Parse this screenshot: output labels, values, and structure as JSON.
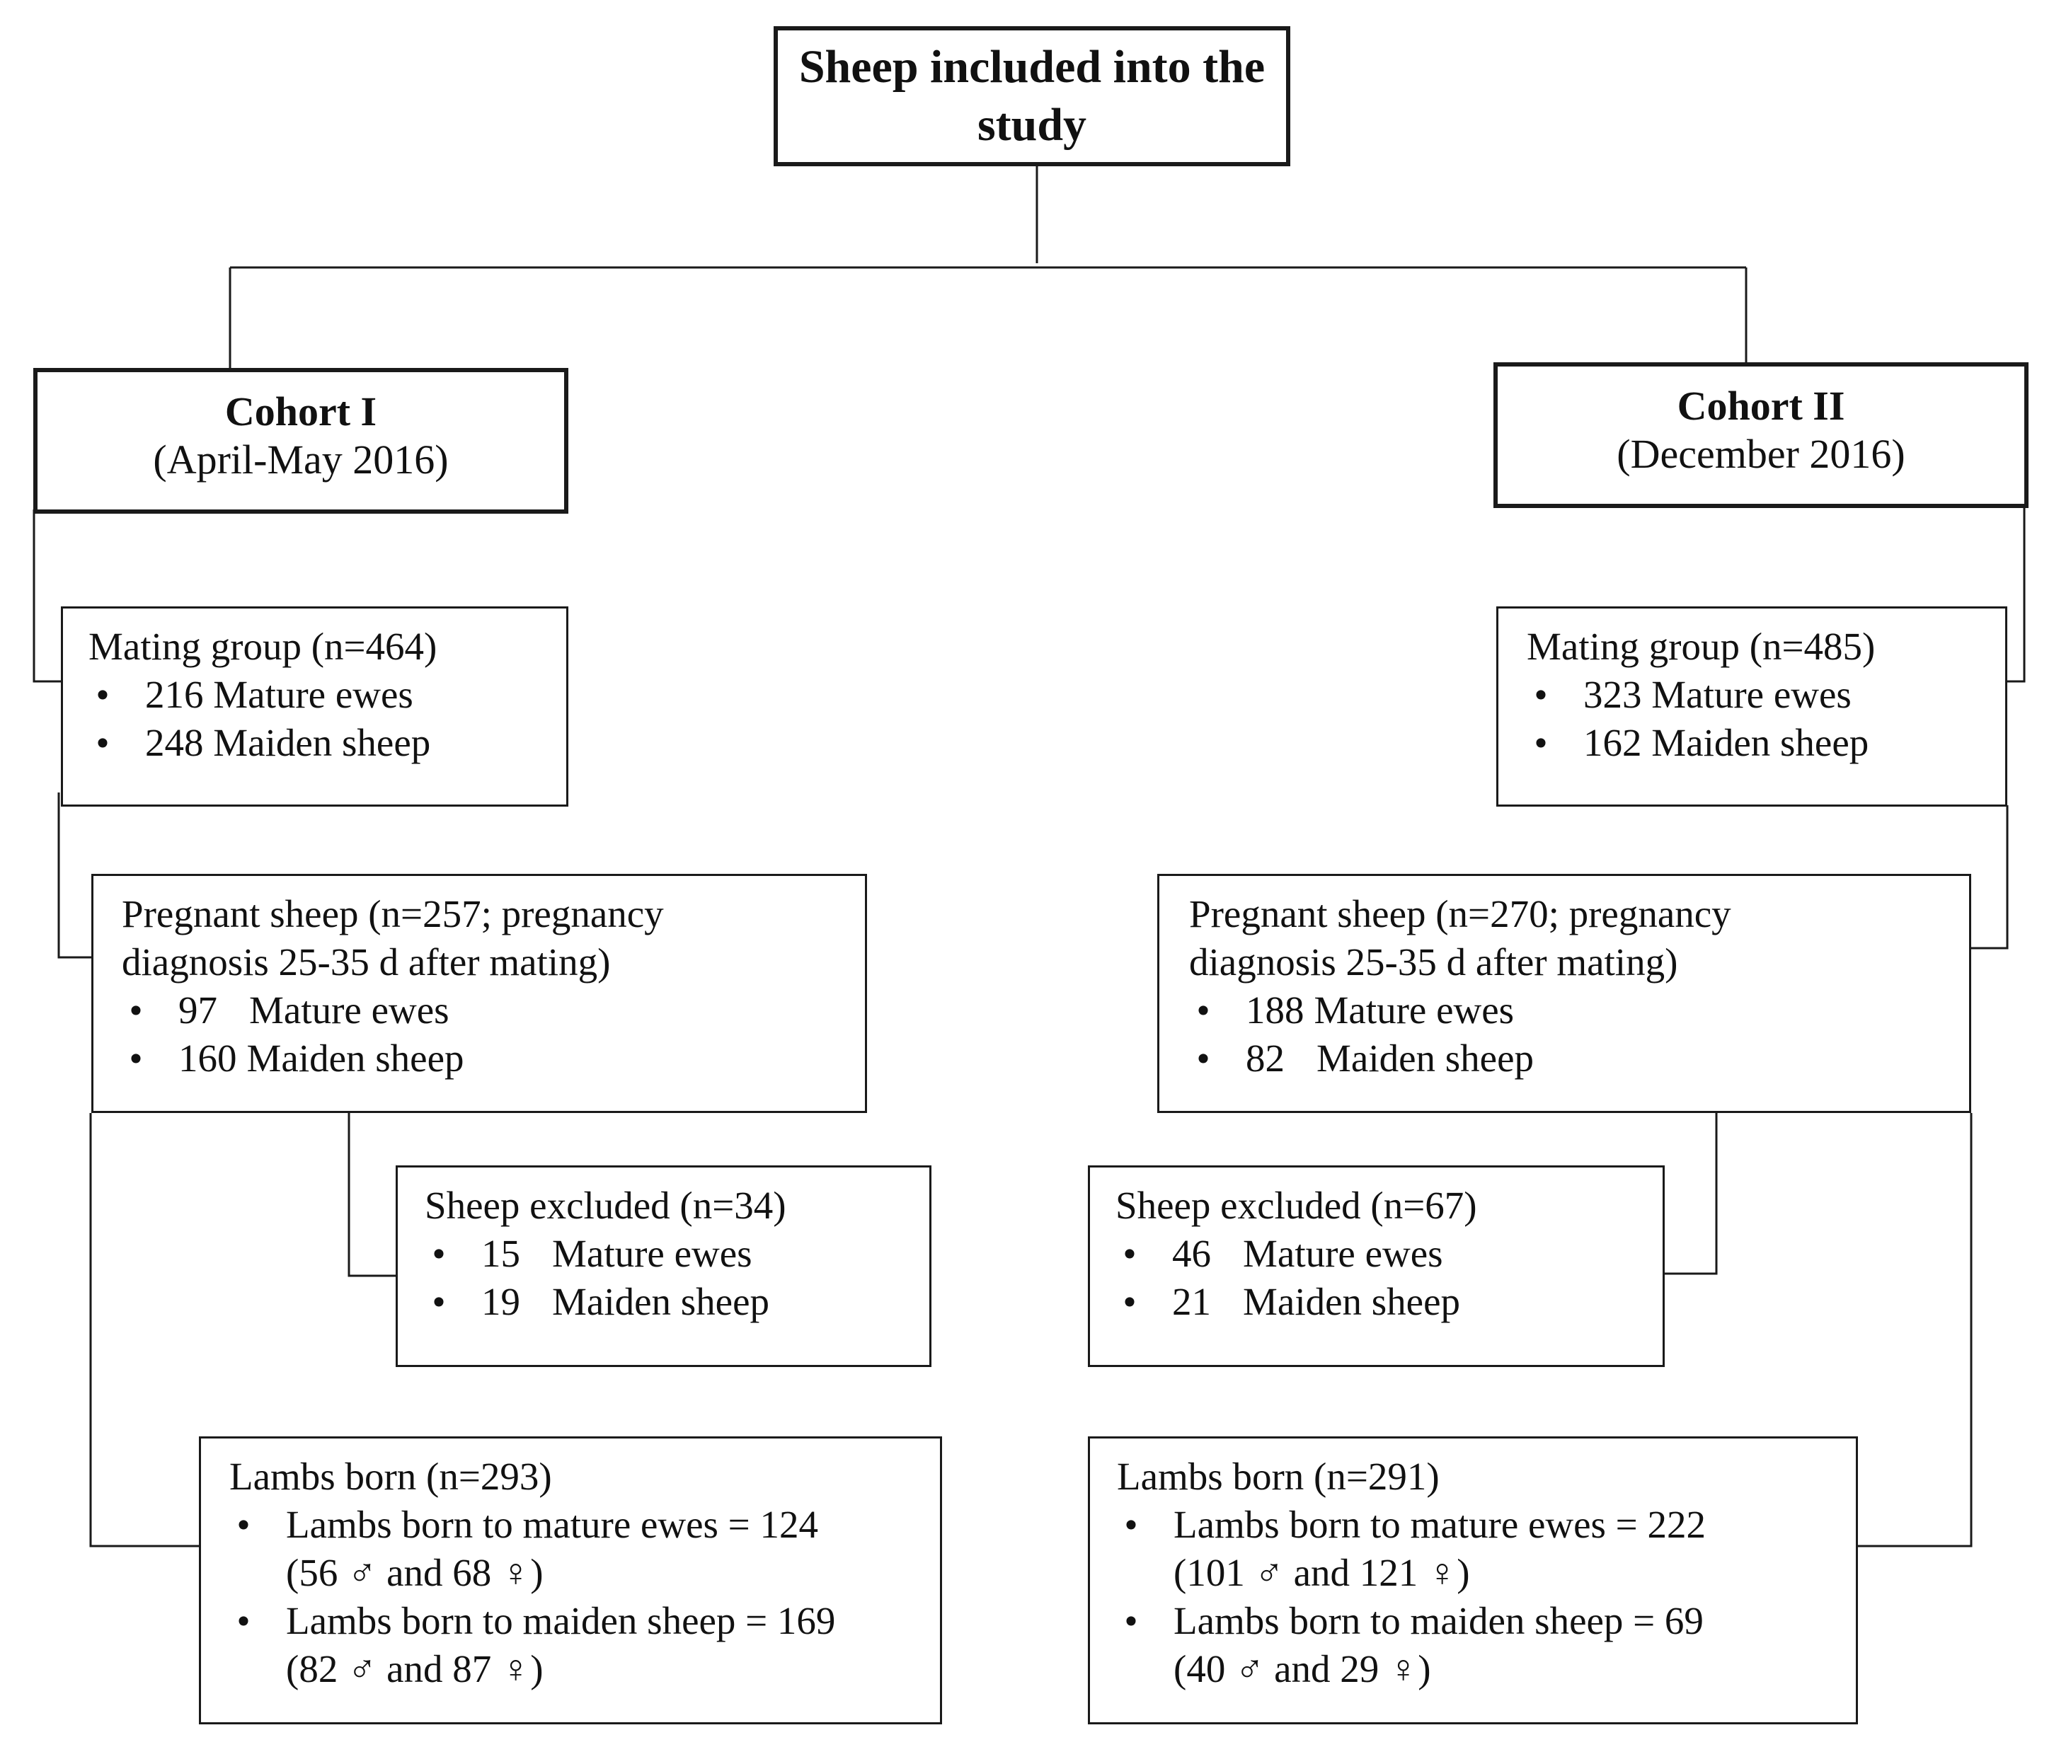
{
  "root": {
    "title": "Sheep included into the study"
  },
  "cohorts": [
    {
      "name": "Cohort I",
      "date": "(April-May 2016)",
      "mating": {
        "head": "Mating group  (n=464)",
        "items": [
          "216 Mature ewes",
          "248 Maiden sheep"
        ]
      },
      "pregnant": {
        "head_line1": "Pregnant sheep (n=257; pregnancy",
        "head_line2": "diagnosis 25-35 d after mating)",
        "items": [
          {
            "num": "97",
            "label": "Mature ewes"
          },
          {
            "num": "160",
            "label": "Maiden sheep"
          }
        ]
      },
      "excluded": {
        "head": "Sheep excluded (n=34)",
        "items": [
          {
            "num": "15",
            "label": "Mature ewes"
          },
          {
            "num": "19",
            "label": "Maiden sheep"
          }
        ]
      },
      "lambs": {
        "head": "Lambs born  (n=293)",
        "items": [
          {
            "line1": "Lambs born to mature ewes = 124",
            "line2": "(56 ♂ and 68 ♀)"
          },
          {
            "line1": "Lambs born to maiden sheep = 169",
            "line2": "(82 ♂ and 87 ♀)"
          }
        ]
      }
    },
    {
      "name": "Cohort II",
      "date": "(December 2016)",
      "mating": {
        "head": "Mating group  (n=485)",
        "items": [
          "323 Mature ewes",
          "162 Maiden sheep"
        ]
      },
      "pregnant": {
        "head_line1": "Pregnant sheep (n=270; pregnancy",
        "head_line2": "diagnosis 25-35 d after mating)",
        "items": [
          {
            "num": "188",
            "label": "Mature ewes"
          },
          {
            "num": "82",
            "label": "Maiden sheep"
          }
        ]
      },
      "excluded": {
        "head": "Sheep excluded (n=67)",
        "items": [
          {
            "num": "46",
            "label": "Mature ewes"
          },
          {
            "num": "21",
            "label": "Maiden sheep"
          }
        ]
      },
      "lambs": {
        "head": "Lambs born  (n=291)",
        "items": [
          {
            "line1": "Lambs born to mature ewes = 222",
            "line2": "(101 ♂ and 121 ♀)"
          },
          {
            "line1": "Lambs born to maiden sheep = 69",
            "line2": "(40 ♂ and 29 ♀)"
          }
        ]
      }
    }
  ],
  "bullet_char": "•",
  "colors": {
    "line": "#1a1a1a",
    "background": "#ffffff"
  }
}
